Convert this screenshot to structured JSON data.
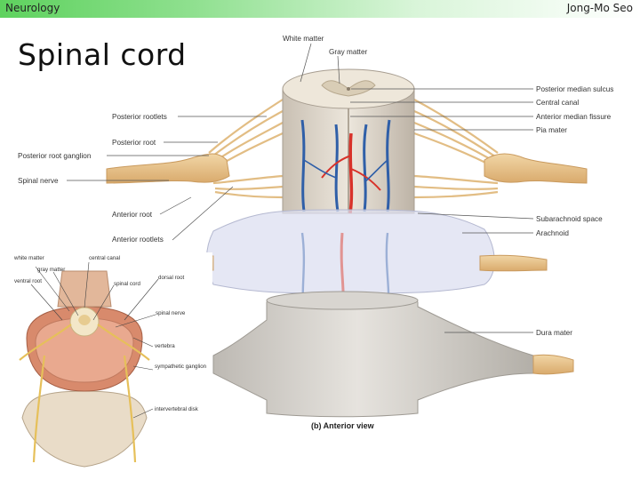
{
  "header": {
    "course": "Neurology",
    "author": "Jong-Mo Seo"
  },
  "slide": {
    "title": "Spinal cord"
  },
  "figure_main": {
    "caption": "(b) Anterior view",
    "labels": {
      "white_matter": "White matter",
      "gray_matter": "Gray matter",
      "posterior_rootlets": "Posterior rootlets",
      "posterior_root": "Posterior root",
      "posterior_root_ganglion": "Posterior root ganglion",
      "spinal_nerve": "Spinal nerve",
      "anterior_root": "Anterior root",
      "anterior_rootlets": "Anterior rootlets",
      "posterior_median_sulcus": "Posterior median sulcus",
      "central_canal": "Central canal",
      "anterior_median_fissure": "Anterior median fissure",
      "pia_mater": "Pia mater",
      "subarachnoid_space": "Subarachnoid space",
      "arachnoid": "Arachnoid",
      "dura_mater": "Dura mater"
    }
  },
  "figure_inset": {
    "labels": {
      "white_matter": "white matter",
      "gray_matter": "gray matter",
      "ventral_root": "ventral root",
      "central_canal": "central canal",
      "spinal_cord": "spinal cord",
      "dorsal_root": "dorsal root",
      "spinal_nerve": "spinal nerve",
      "vertebra": "vertebra",
      "sympathetic_ganglion": "sympathetic ganglion",
      "intervertebral_disk": "intervertebral disk"
    }
  }
}
